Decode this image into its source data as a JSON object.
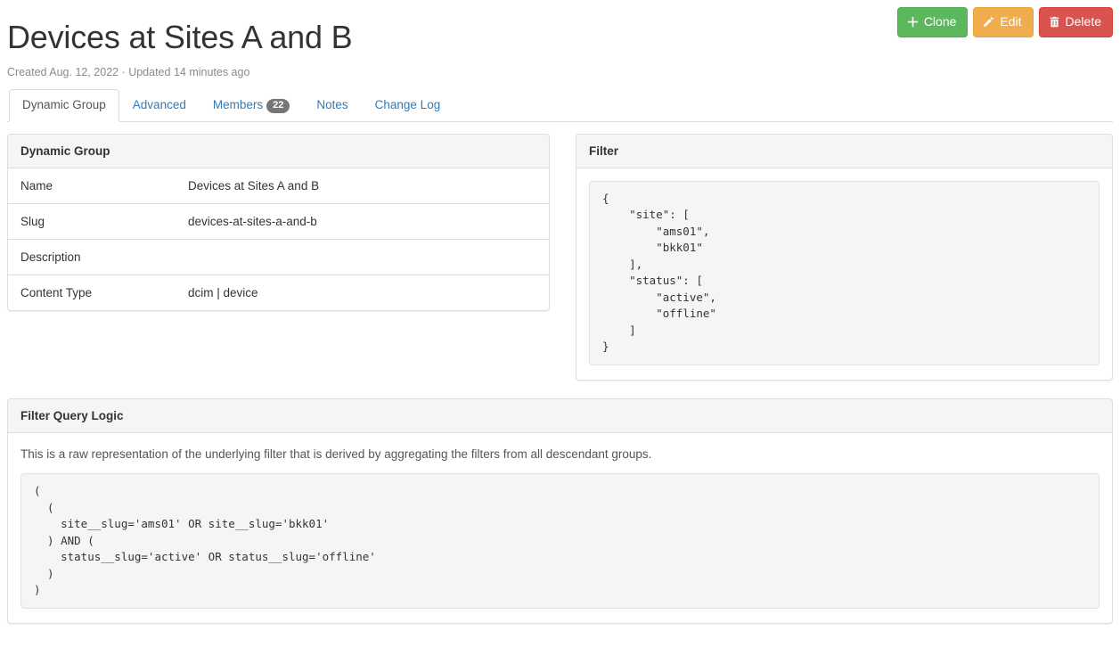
{
  "header": {
    "title": "Devices at Sites A and B",
    "subtitle": "Created Aug. 12, 2022 · Updated 14 minutes ago"
  },
  "actions": {
    "clone_label": "Clone",
    "edit_label": "Edit",
    "delete_label": "Delete",
    "clone_color": "#5cb85c",
    "edit_color": "#f0ad4e",
    "delete_color": "#d9534f"
  },
  "tabs": [
    {
      "label": "Dynamic Group",
      "active": true
    },
    {
      "label": "Advanced",
      "active": false
    },
    {
      "label": "Members",
      "badge": "22",
      "active": false
    },
    {
      "label": "Notes",
      "active": false
    },
    {
      "label": "Change Log",
      "active": false
    }
  ],
  "dynamic_group_panel": {
    "heading": "Dynamic Group",
    "rows": [
      {
        "key": "Name",
        "value": "Devices at Sites A and B"
      },
      {
        "key": "Slug",
        "value": "devices-at-sites-a-and-b"
      },
      {
        "key": "Description",
        "value": ""
      },
      {
        "key": "Content Type",
        "value": "dcim | device"
      }
    ]
  },
  "filter_panel": {
    "heading": "Filter",
    "code": "{\n    \"site\": [\n        \"ams01\",\n        \"bkk01\"\n    ],\n    \"status\": [\n        \"active\",\n        \"offline\"\n    ]\n}"
  },
  "filter_query_logic_panel": {
    "heading": "Filter Query Logic",
    "help_text": "This is a raw representation of the underlying filter that is derived by aggregating the filters from all descendant groups.",
    "code": "(\n  (\n    site__slug='ams01' OR site__slug='bkk01'\n  ) AND (\n    status__slug='active' OR status__slug='offline'\n  )\n)"
  }
}
